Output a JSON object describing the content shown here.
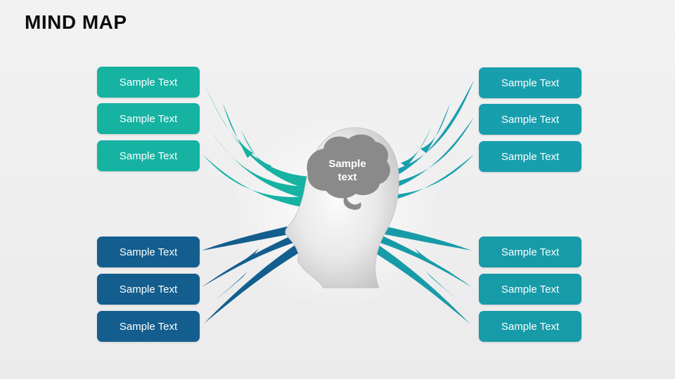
{
  "title": "MIND MAP",
  "center": {
    "label_lines": [
      "Sample",
      "text"
    ],
    "brain_color": "#8a8a8a",
    "head_color_light": "#f7f7f7",
    "head_color_dark": "#c3c3c4"
  },
  "groups": {
    "top_left": {
      "color": "#16b2a2",
      "items": [
        "Sample Text",
        "Sample Text",
        "Sample Text"
      ]
    },
    "top_right": {
      "color": "#189fae",
      "items": [
        "Sample Text",
        "Sample Text",
        "Sample Text"
      ]
    },
    "bottom_left": {
      "color": "#135e8e",
      "items": [
        "Sample Text",
        "Sample Text",
        "Sample Text"
      ]
    },
    "bottom_right": {
      "color": "#179ba8",
      "items": [
        "Sample Text",
        "Sample Text",
        "Sample Text"
      ]
    }
  }
}
